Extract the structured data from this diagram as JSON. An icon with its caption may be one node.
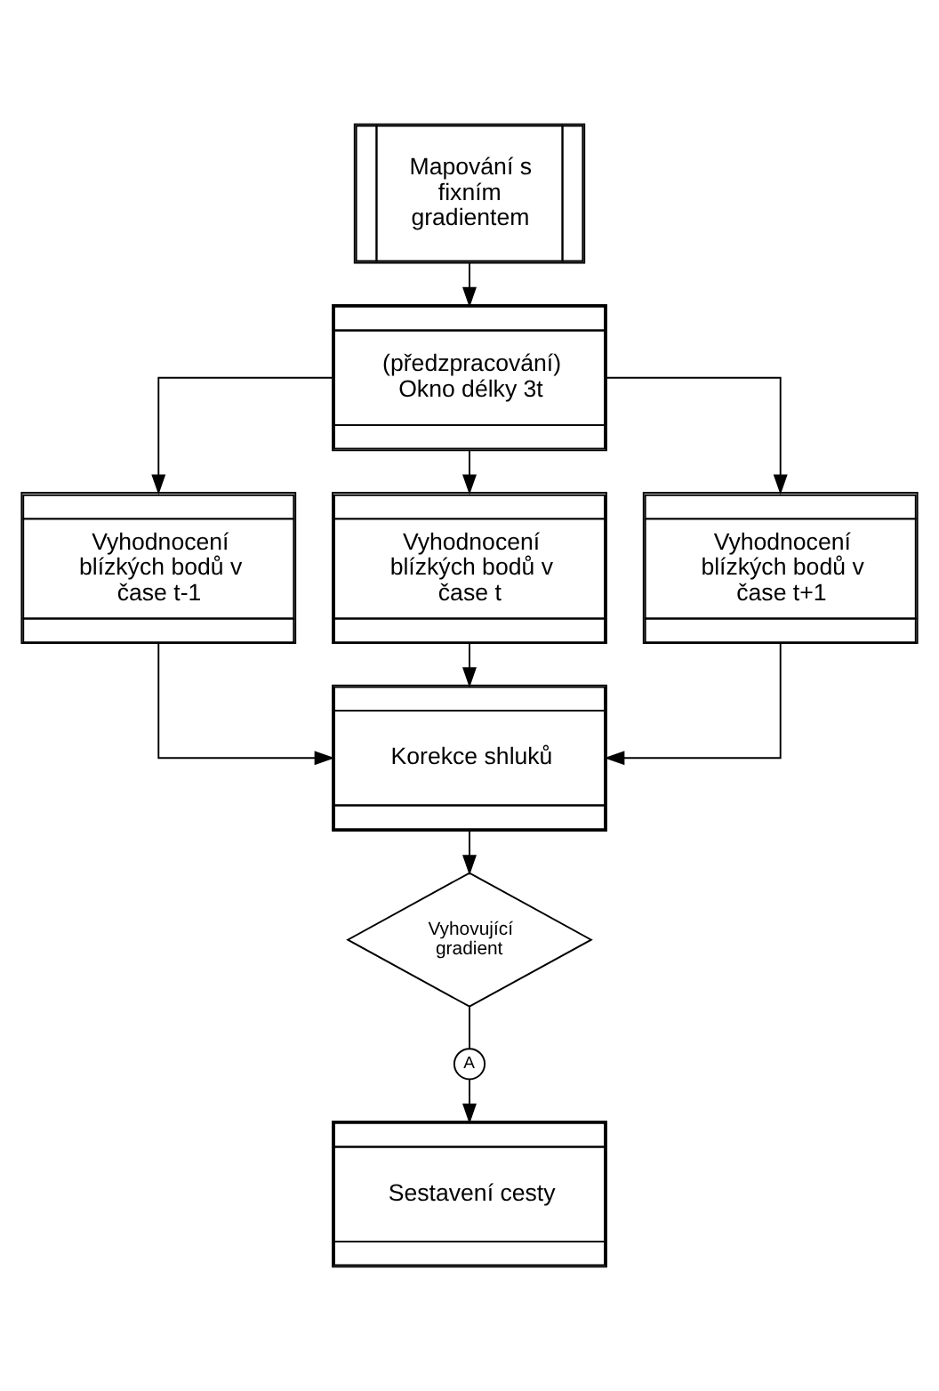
{
  "diagram": {
    "nodes": [
      {
        "text": [
          "Mapování s fixním gradientem"
        ]
      },
      {
        "text": [
          "(předzpracování) Okno délky 3t"
        ]
      },
      {
        "text": [
          "Vyhodnocení blízkých bodů v čase t-1"
        ]
      },
      {
        "text": [
          "Vyhodnocení blízkých bodů v čase t"
        ]
      },
      {
        "text": [
          "Vyhodnocení blízkých bodů v čase t+1"
        ]
      },
      {
        "text": [
          "Korekce shluků"
        ]
      },
      {
        "text": [
          "Vyhovující gradient"
        ]
      },
      {
        "text": [
          "A"
        ]
      },
      {
        "text": [
          "Sestavení cesty"
        ]
      }
    ],
    "edges": [
      {
        "from": 0,
        "to": 1,
        "arrow": "to"
      },
      {
        "from": 1,
        "to": 2,
        "arrow": "to"
      },
      {
        "from": 1,
        "to": 3,
        "arrow": "to"
      },
      {
        "from": 1,
        "to": 4,
        "arrow": "to"
      },
      {
        "from": 2,
        "to": 5,
        "arrow": "to"
      },
      {
        "from": 3,
        "to": 5,
        "arrow": "to"
      },
      {
        "from": 4,
        "to": 5,
        "arrow": "to"
      },
      {
        "from": 5,
        "to": 6,
        "arrow": "to"
      },
      {
        "from": 6,
        "to": 7,
        "arrow": "none"
      },
      {
        "from": 7,
        "to": 8,
        "arrow": "to"
      }
    ]
  }
}
